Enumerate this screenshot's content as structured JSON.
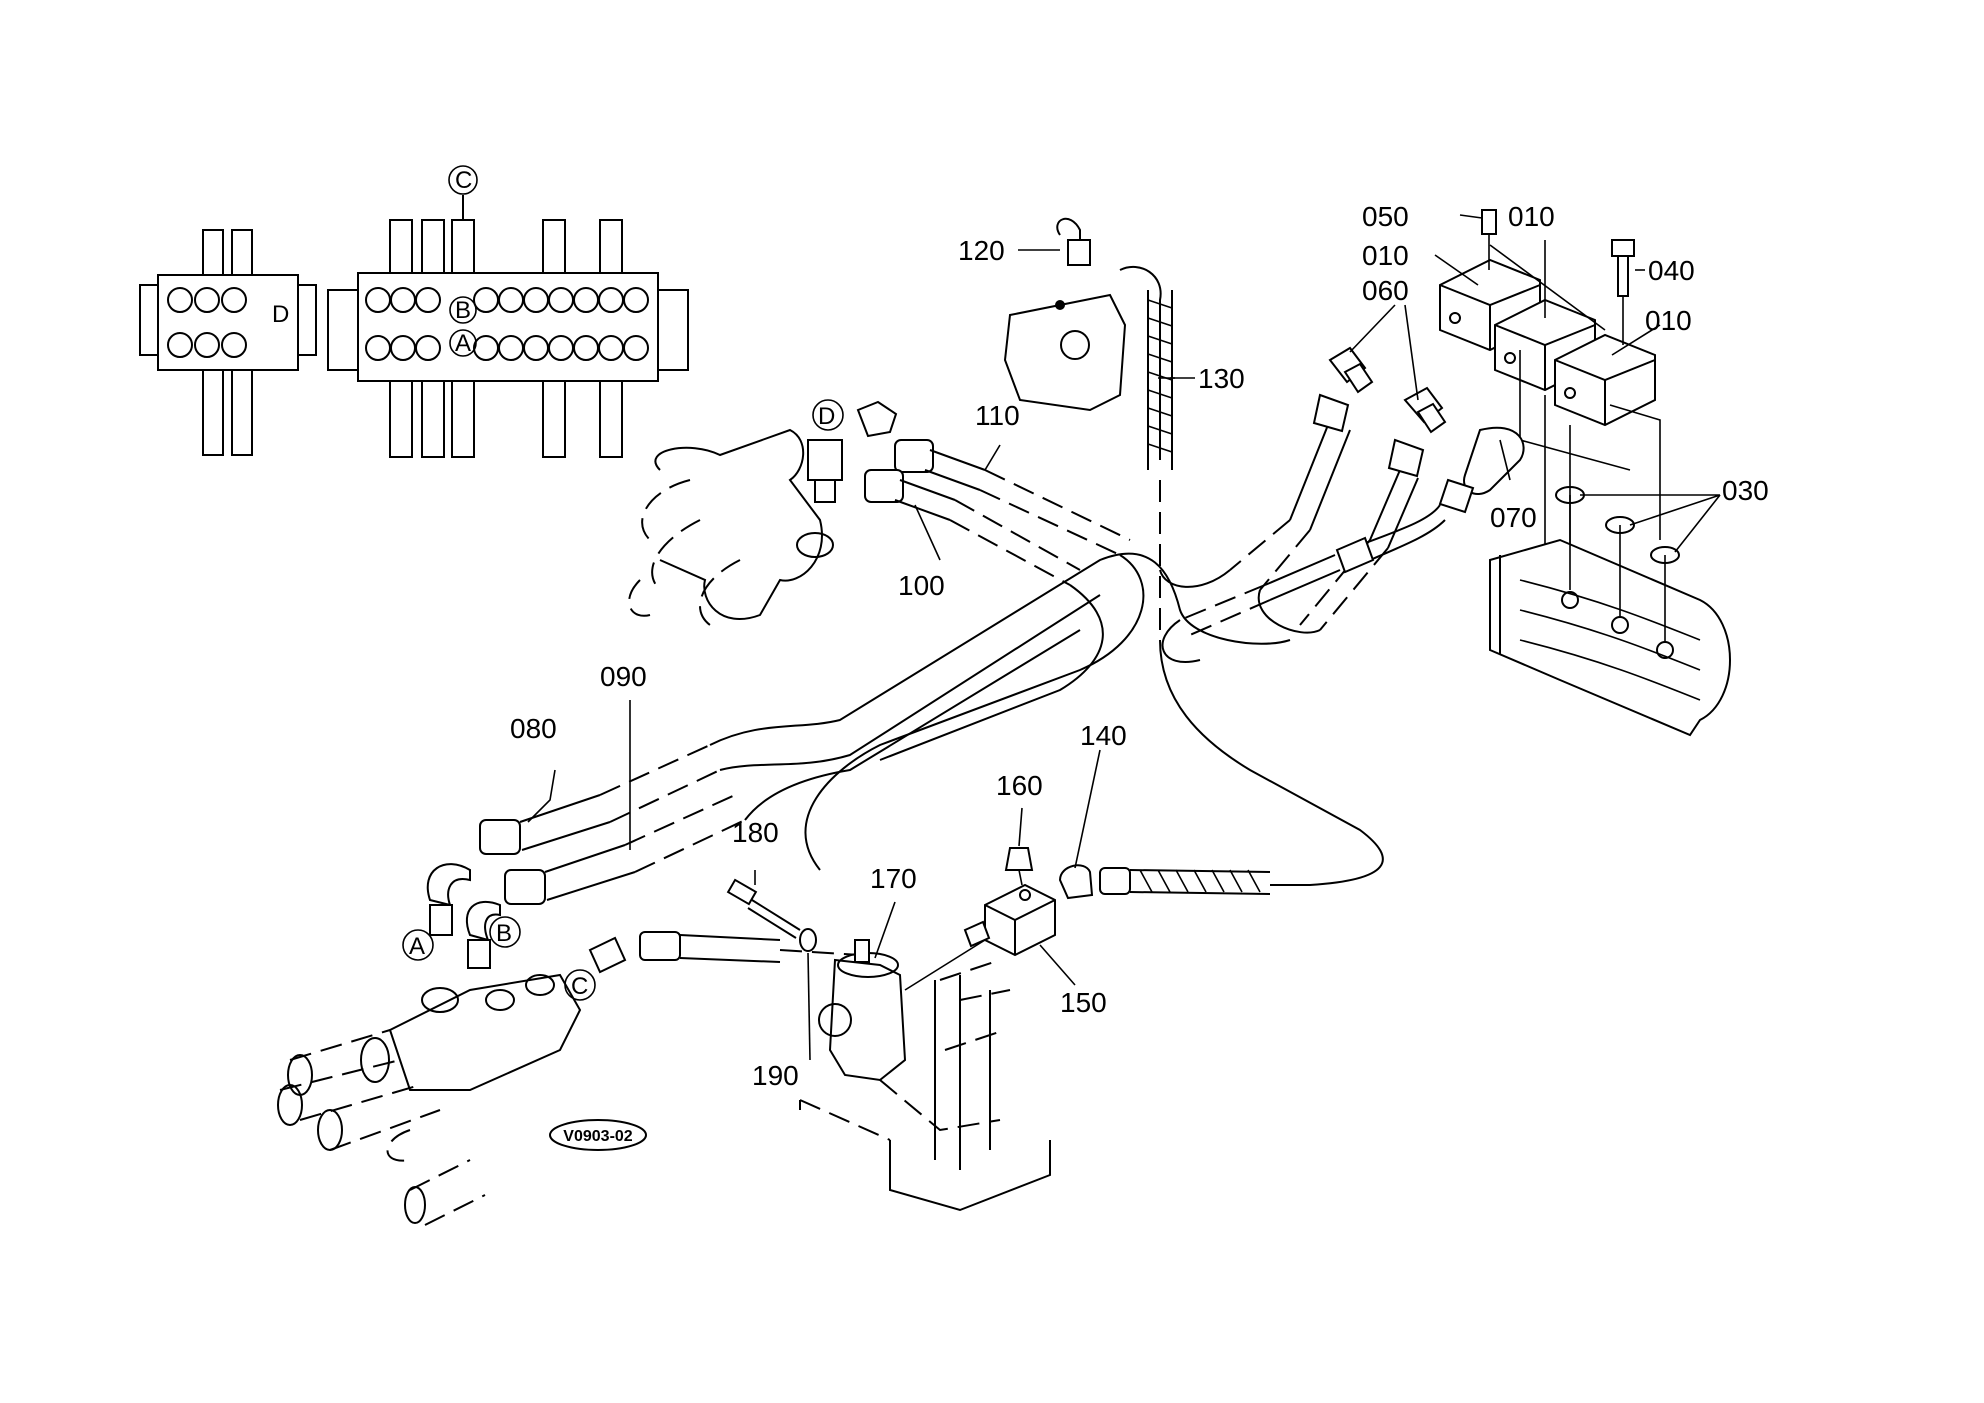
{
  "diagram": {
    "code": "V0903-02",
    "callouts": {
      "c010a": "010",
      "c010b": "010",
      "c010c": "010",
      "c030": "030",
      "c040": "040",
      "c050": "050",
      "c060": "060",
      "c070": "070",
      "c080": "080",
      "c090": "090",
      "c100": "100",
      "c110": "110",
      "c120": "120",
      "c130": "130",
      "c140": "140",
      "c150": "150",
      "c160": "160",
      "c170": "170",
      "c180": "180",
      "c190": "190"
    },
    "port_markers": {
      "A1": "A",
      "B1": "B",
      "C1": "C",
      "D1": "D",
      "A2": "A",
      "B2": "B",
      "C2": "C",
      "D2": "D"
    }
  }
}
